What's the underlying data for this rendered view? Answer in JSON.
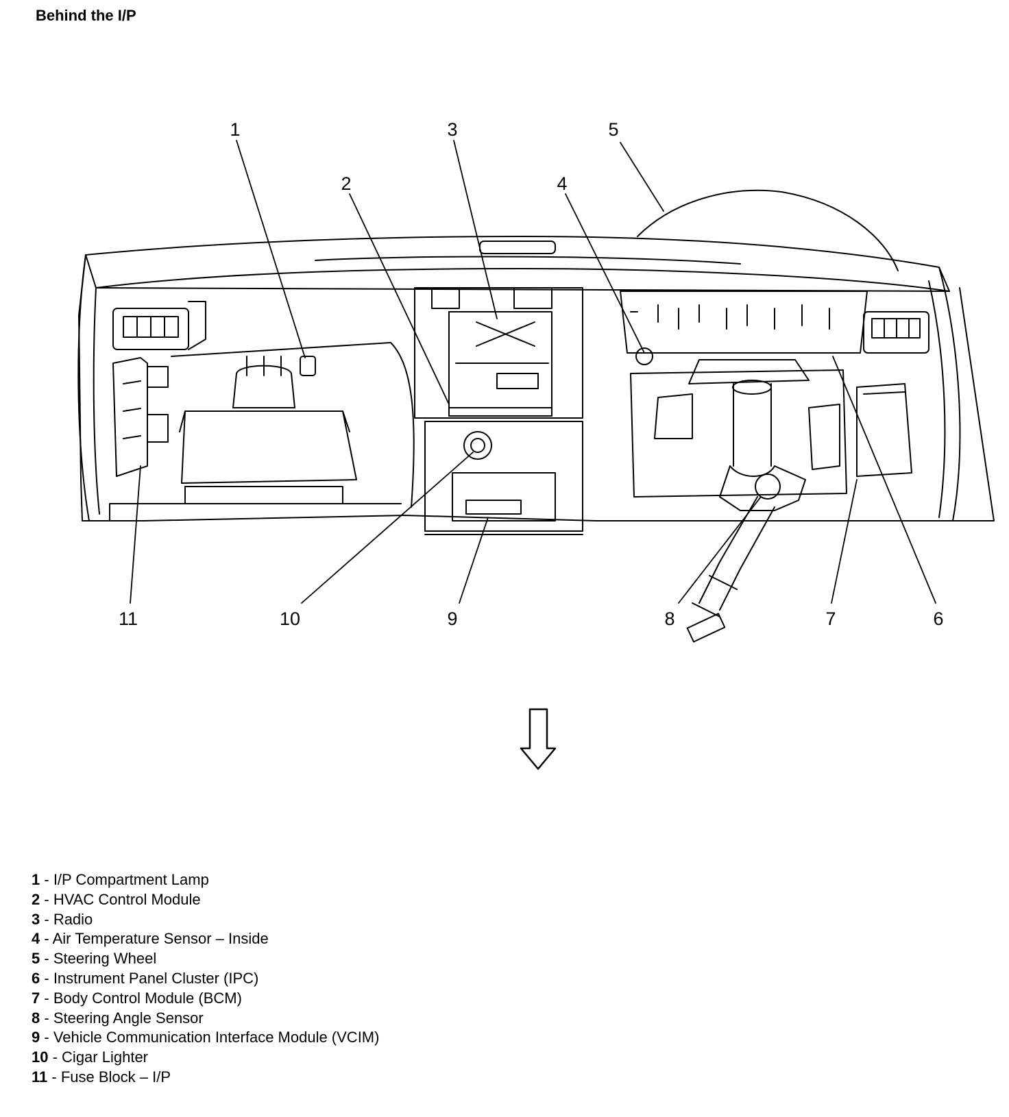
{
  "title": "Behind the I/P",
  "callouts": [
    {
      "num": "1",
      "label": "I/P Compartment Lamp"
    },
    {
      "num": "2",
      "label": "HVAC Control Module"
    },
    {
      "num": "3",
      "label": "Radio"
    },
    {
      "num": "4",
      "label": "Air Temperature Sensor – Inside"
    },
    {
      "num": "5",
      "label": "Steering Wheel"
    },
    {
      "num": "6",
      "label": "Instrument Panel Cluster (IPC)"
    },
    {
      "num": "7",
      "label": "Body Control Module (BCM)"
    },
    {
      "num": "8",
      "label": "Steering Angle Sensor"
    },
    {
      "num": "9",
      "label": "Vehicle Communication Interface Module (VCIM)"
    },
    {
      "num": "10",
      "label": "Cigar Lighter"
    },
    {
      "num": "11",
      "label": "Fuse Block – I/P"
    }
  ],
  "legend_separator": " - ",
  "view_arrow_icon": "down-arrow-icon"
}
